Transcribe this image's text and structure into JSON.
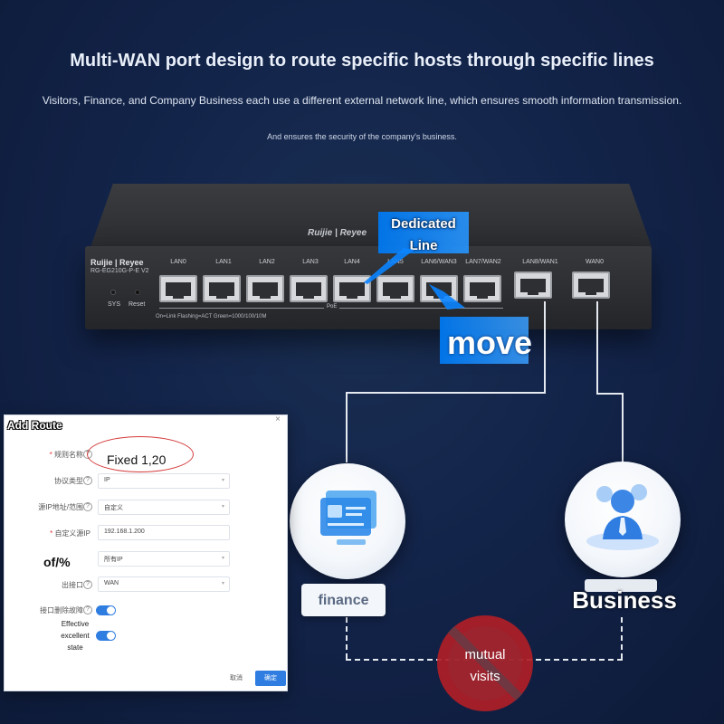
{
  "header": {
    "headline": "Multi-WAN port design to route specific hosts through specific lines",
    "subline1": "Visitors, Finance, and Company Business each use a different external network line, which ensures smooth information transmission.",
    "subline2": "And ensures the security of the company's business."
  },
  "device": {
    "top_logo": "Ruijie | Reyee",
    "brand": "Ruijie | Reyee",
    "model": "RG-EG210G-P-E V2",
    "sys_label": "SYS",
    "reset_label": "Reset",
    "ports": [
      "LAN0",
      "LAN1",
      "LAN2",
      "LAN3",
      "LAN4",
      "LAN5",
      "LAN6/WAN3",
      "LAN7/WAN2",
      "LAN8/WAN1",
      "WAN0"
    ],
    "poe_label": "PoE",
    "legend": "On=Link  Flashing=ACT  Green=1000/100/10M"
  },
  "callouts": {
    "dedicated_line_1": "Dedicated",
    "dedicated_line_2": "Line",
    "move": "move"
  },
  "nodes": {
    "finance": "finance",
    "business": "Business",
    "mutual_1": "mutual",
    "mutual_2": "visits"
  },
  "dialog": {
    "title": "Add Route",
    "close": "×",
    "annotation_fixed": "Fixed 1,20",
    "annotation_of": "of/%",
    "annotation_effective_1": "Effective",
    "annotation_effective_2": "excellent",
    "annotation_effective_3": "state",
    "fields": [
      {
        "label": "规则名称",
        "required": true,
        "value": ""
      },
      {
        "label": "协议类型",
        "required": false,
        "value": "IP"
      },
      {
        "label": "源IP地址/范围",
        "required": false,
        "value": "自定义"
      },
      {
        "label": "自定义源IP",
        "required": true,
        "value": "192.168.1.200"
      },
      {
        "label": "",
        "required": false,
        "value": "所有IP"
      },
      {
        "label": "出接口",
        "required": false,
        "value": "WAN"
      }
    ],
    "toggle_label_1": "接口删除故障",
    "cancel": "取消",
    "ok": "确定"
  },
  "colors": {
    "background": "#13244a",
    "accent_blue": "#2f7de1",
    "callout_blue": "#0a84ff",
    "prohibit_red": "#af1e26"
  }
}
